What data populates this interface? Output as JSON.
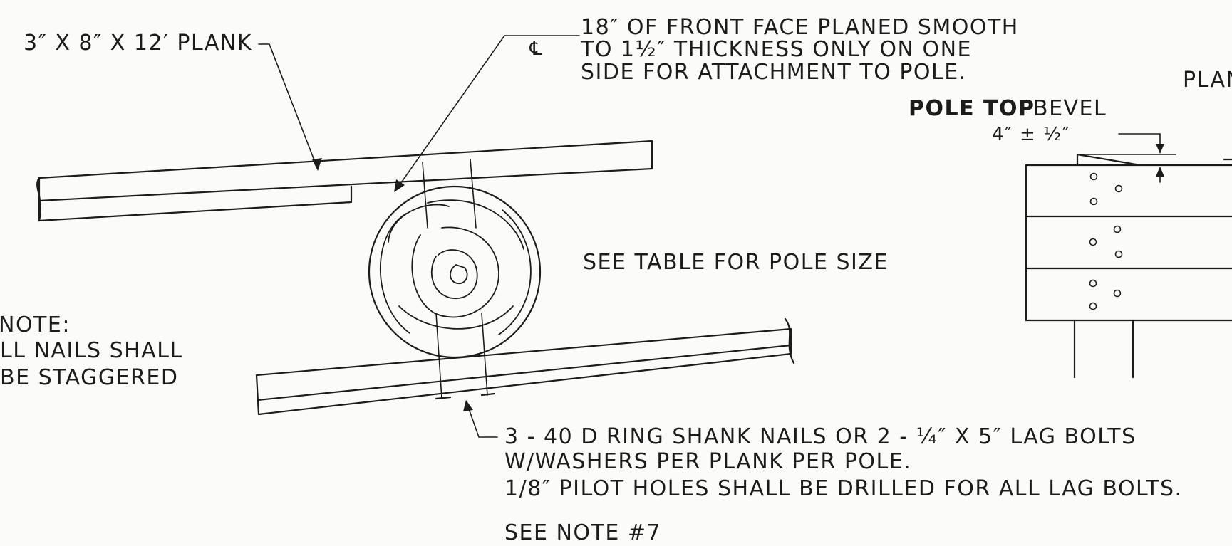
{
  "labels": {
    "plank": "3″ X 8″ X 12′ PLANK",
    "front_face_1": "18″ OF FRONT FACE PLANED SMOOTH",
    "front_face_2": "TO 1½″ THICKNESS ONLY ON ONE",
    "front_face_3": "SIDE FOR ATTACHMENT TO POLE.",
    "centerline_mark": "℄",
    "pole_size": "SEE TABLE FOR POLE SIZE",
    "note_title": "NOTE:",
    "note_line_1": "LL NAILS SHALL",
    "note_line_2": "BE STAGGERED",
    "nails_1": "3 - 40 D RING SHANK NAILS OR 2 - ¼″ X 5″ LAG BOLTS",
    "nails_2": "W/WASHERS PER PLANK PER POLE.",
    "nails_3": "1/8″ PILOT HOLES SHALL BE DRILLED FOR ALL LAG BOLTS.",
    "see_note": "SEE NOTE #7",
    "plan_cut": "PLAN",
    "pole_top": "POLE TOP",
    "bevel": "BEVEL",
    "bevel_dim": "4″ ± ½″"
  },
  "colors": {
    "ink": "#1c1c1c",
    "paper": "#fbfbf9"
  }
}
